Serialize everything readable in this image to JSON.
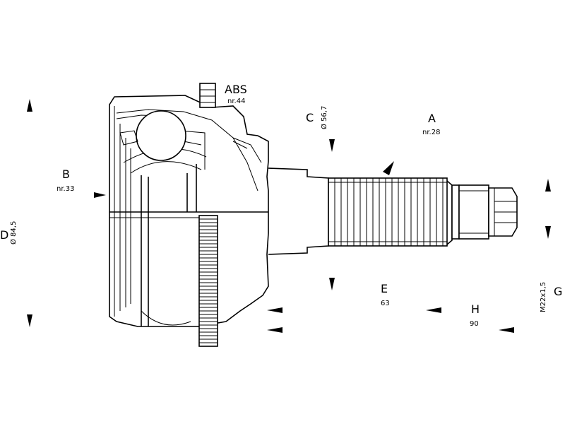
{
  "labels": {
    "abs": {
      "letter": "ABS",
      "value": "nr.44"
    },
    "a": {
      "letter": "A",
      "value": "nr.28"
    },
    "b": {
      "letter": "B",
      "value": "nr.33"
    },
    "c": {
      "letter": "C",
      "value": "Ø 56,7"
    },
    "d": {
      "letter": "D",
      "value": "Ø 84,5"
    },
    "e": {
      "letter": "E",
      "value": "63"
    },
    "g": {
      "letter": "G",
      "value": "M22x1,5"
    },
    "h": {
      "letter": "H",
      "value": "90"
    }
  },
  "colors": {
    "line": "#000000",
    "background": "#ffffff"
  }
}
